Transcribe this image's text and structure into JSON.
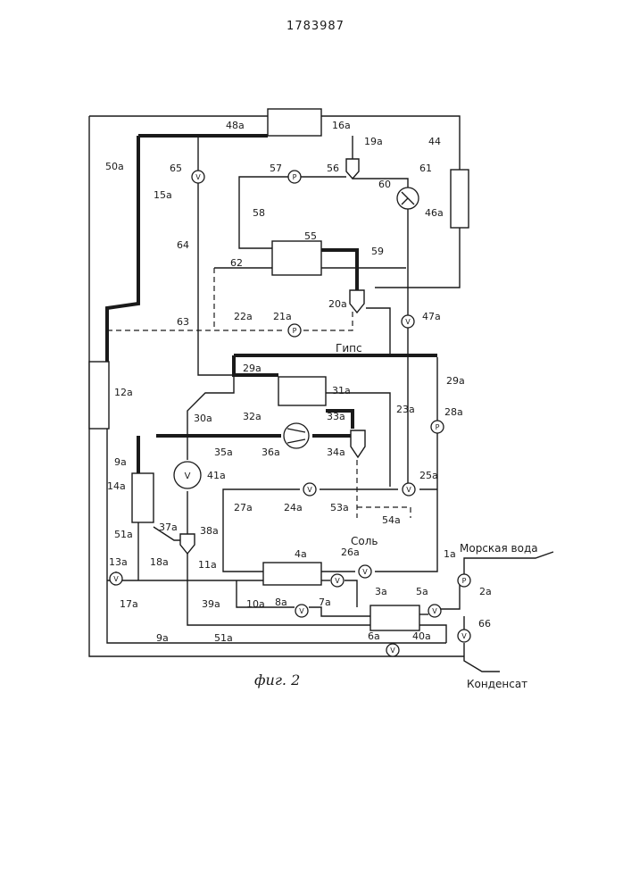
{
  "patent_number": "1783987",
  "figure_caption": "фиг. 2",
  "labels": {
    "sea_water": "Морская вода",
    "condensate": "Конденсат",
    "salt": "Соль",
    "gypsum": "Гипс"
  },
  "components": {
    "b16a": "16a",
    "b55": "55",
    "b31a": "31a",
    "b4a": "4a",
    "b3a": "3a",
    "b12a": "12a",
    "b14a": "14a",
    "b46a": "46a"
  },
  "valves": {
    "v65": "V",
    "v47": "V",
    "v41": "V",
    "v25": "V",
    "v24": "V",
    "v26": "V",
    "v13": "V",
    "v7": "V",
    "v8": "V",
    "v5": "V",
    "v6": "V",
    "v66": "V"
  },
  "pumps": {
    "p57": "P",
    "p21": "P",
    "p28": "P",
    "p1": "P"
  },
  "refs": {
    "r48a": "48a",
    "r16a_lead": "16a",
    "r19a": "19a",
    "r44": "44",
    "r50a": "50a",
    "r65": "65",
    "r57": "57",
    "r56": "56",
    "r60": "60",
    "r61": "61",
    "r15a": "15a",
    "r58": "58",
    "r46a": "46a",
    "r64": "64",
    "r55": "55",
    "r59": "59",
    "r62": "62",
    "r20a": "20a",
    "r63": "63",
    "r22a": "22a",
    "r21a": "21a",
    "r47a": "47a",
    "r29a_l": "29a",
    "r29a_r": "29a",
    "r12a": "12a",
    "r31a": "31a",
    "r32a": "32a",
    "r33a": "33a",
    "r23a": "23a",
    "r30a": "30a",
    "r28a": "28a",
    "r35a": "35a",
    "r36a": "36a",
    "r34a": "34a",
    "r9a_u": "9a",
    "r41a": "41a",
    "r25a": "25a",
    "r14a": "14a",
    "r27a": "27a",
    "r24a": "24a",
    "r53a": "53a",
    "r54a": "54a",
    "r37a": "37a",
    "r38a": "38a",
    "r51a_u": "51a",
    "r4a": "4a",
    "r1a": "1a",
    "r26a": "26a",
    "r13a": "13a",
    "r18a": "18a",
    "r11a": "11a",
    "r2a": "2a",
    "r17a": "17a",
    "r7a": "7a",
    "r3a": "3a",
    "r5a": "5a",
    "r10a": "10a",
    "r8a": "8a",
    "r39a": "39a",
    "r40a": "40a",
    "r66": "66",
    "r9a_b": "9a",
    "r51a_b": "51a",
    "r6a": "6a"
  }
}
